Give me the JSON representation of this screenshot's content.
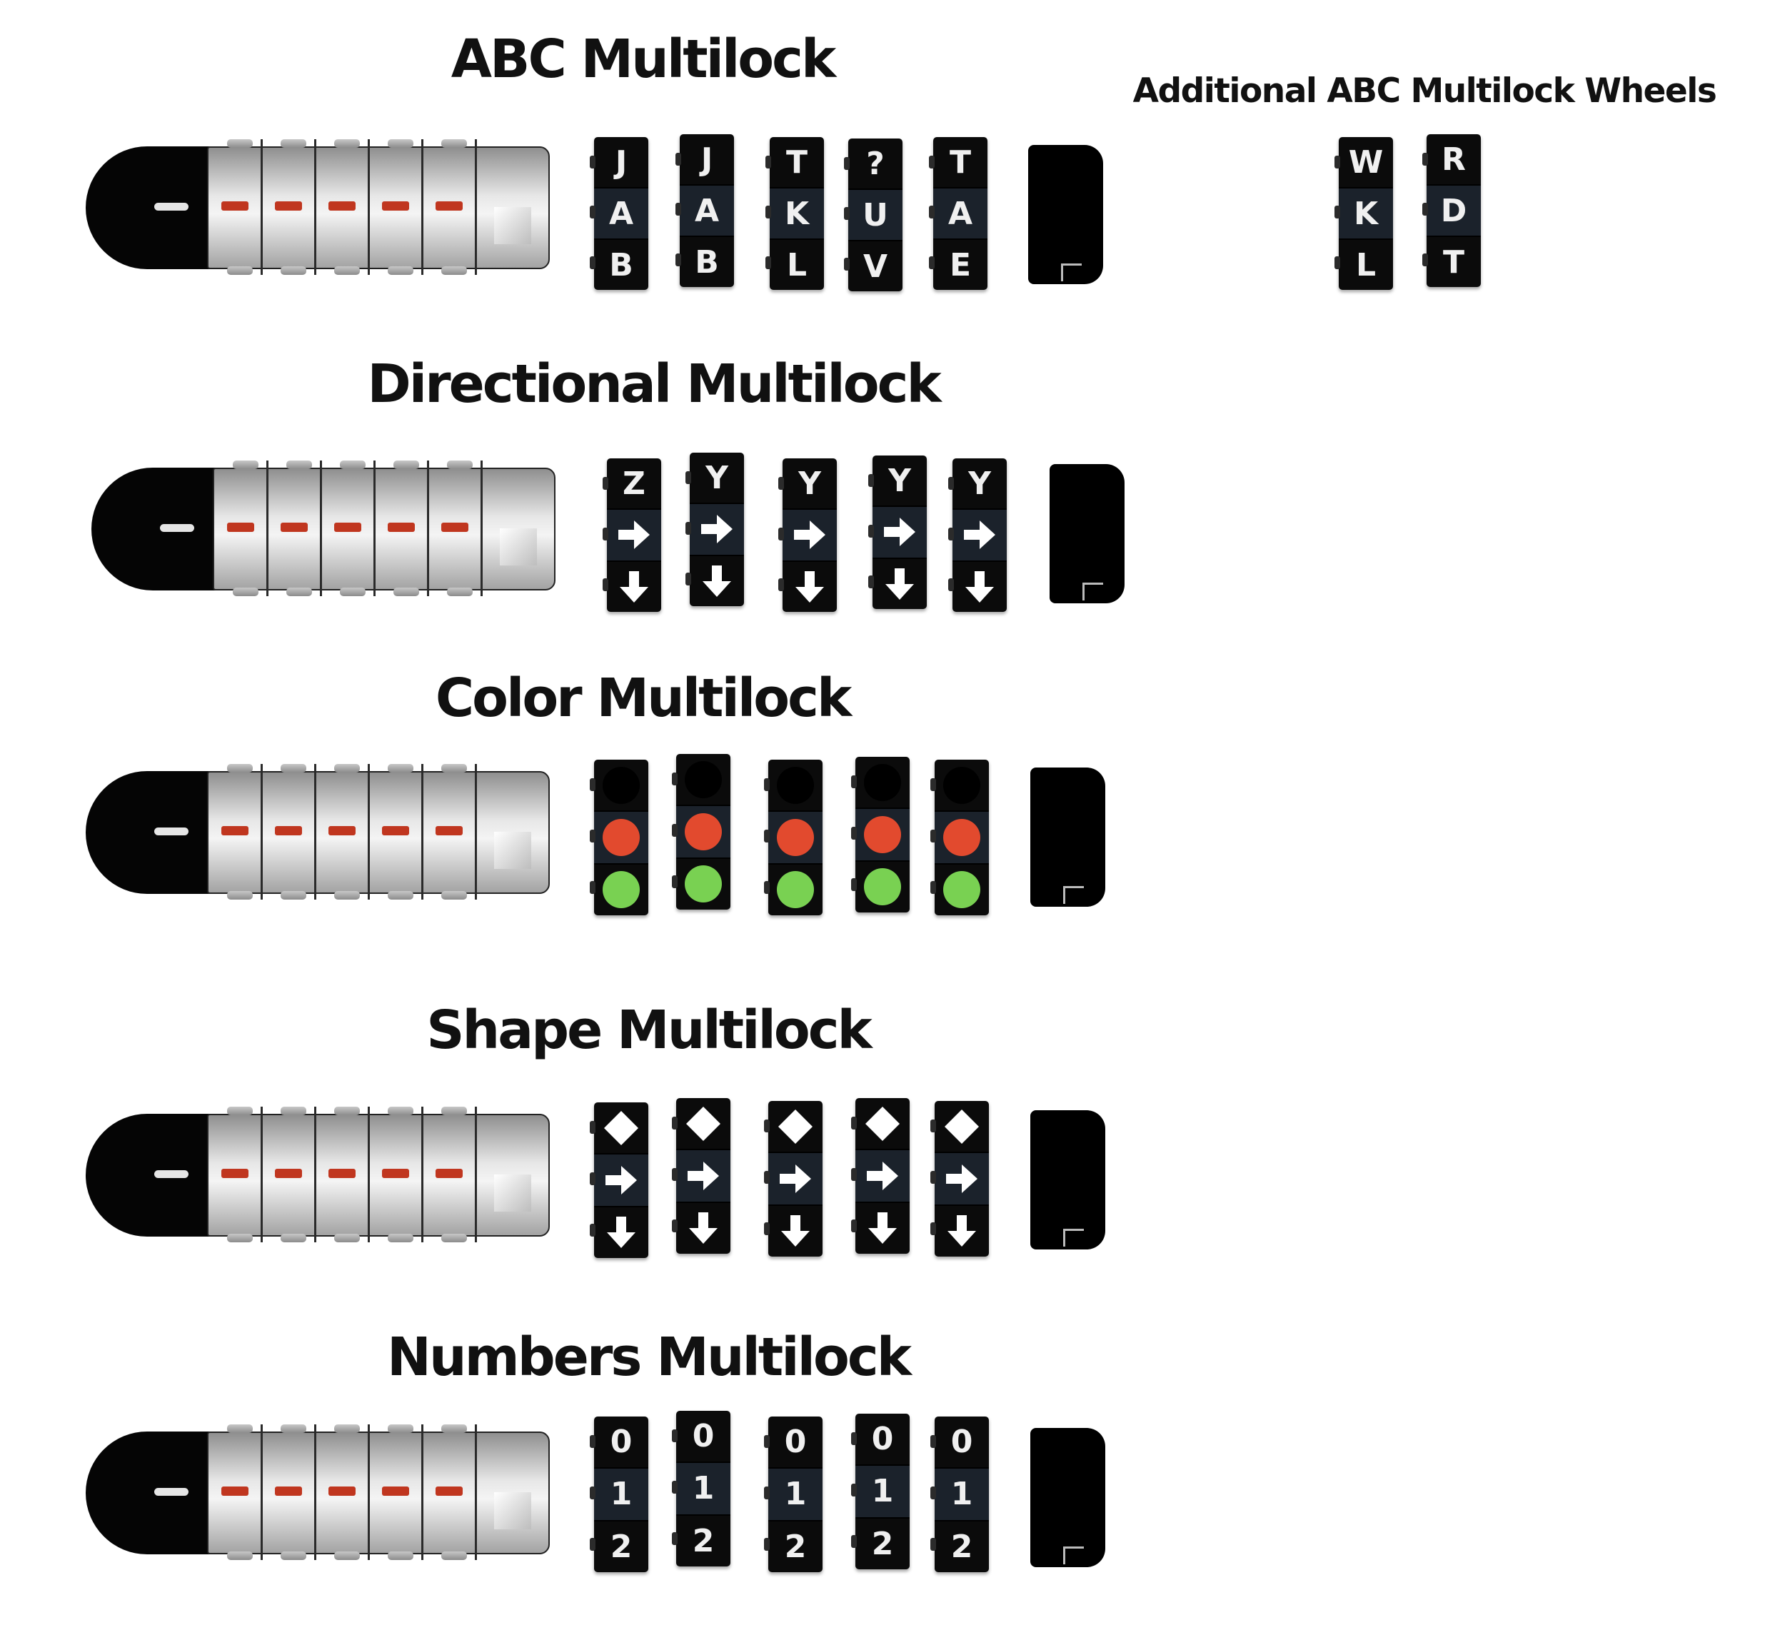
{
  "titles": {
    "abc": "ABC Multilock",
    "additional": "Additional ABC Multilock Wheels",
    "directional": "Directional Multilock",
    "color": "Color Multilock",
    "shape": "Shape Multilock",
    "numbers": "Numbers Multilock"
  },
  "colors": {
    "lock_marker": "#c0361f",
    "color_black": "#000000",
    "color_red": "#e24a2e",
    "color_green": "#79d152"
  },
  "locks": [
    {
      "id": "abc",
      "wheels": [
        [
          "J",
          "A",
          "B"
        ],
        [
          "J",
          "A",
          "B"
        ],
        [
          "T",
          "K",
          "L"
        ],
        [
          "?",
          "U",
          "V"
        ],
        [
          "T",
          "A",
          "E"
        ]
      ]
    },
    {
      "id": "directional",
      "wheels": [
        [
          "Z",
          "right-arrow-icon",
          "down-arrow-icon"
        ],
        [
          "Y",
          "right-arrow-icon",
          "down-arrow-icon"
        ],
        [
          "Y",
          "right-arrow-icon",
          "down-arrow-icon"
        ],
        [
          "Y",
          "right-arrow-icon",
          "down-arrow-icon"
        ],
        [
          "Y",
          "right-arrow-icon",
          "down-arrow-icon"
        ]
      ]
    },
    {
      "id": "color",
      "wheels": [
        [
          "black",
          "red",
          "green"
        ],
        [
          "black",
          "red",
          "green"
        ],
        [
          "black",
          "red",
          "green"
        ],
        [
          "black",
          "red",
          "green"
        ],
        [
          "black",
          "red",
          "green"
        ]
      ]
    },
    {
      "id": "shape",
      "wheels": [
        [
          "diamond-icon",
          "right-arrow-icon",
          "down-arrow-icon"
        ],
        [
          "diamond-icon",
          "right-arrow-icon",
          "down-arrow-icon"
        ],
        [
          "diamond-icon",
          "right-arrow-icon",
          "down-arrow-icon"
        ],
        [
          "diamond-icon",
          "right-arrow-icon",
          "down-arrow-icon"
        ],
        [
          "diamond-icon",
          "right-arrow-icon",
          "down-arrow-icon"
        ]
      ]
    },
    {
      "id": "numbers",
      "wheels": [
        [
          "0",
          "1",
          "2"
        ],
        [
          "0",
          "1",
          "2"
        ],
        [
          "0",
          "1",
          "2"
        ],
        [
          "0",
          "1",
          "2"
        ],
        [
          "0",
          "1",
          "2"
        ]
      ]
    }
  ],
  "additional_wheels": [
    [
      "W",
      "K",
      "L"
    ],
    [
      "R",
      "D",
      "T"
    ]
  ]
}
